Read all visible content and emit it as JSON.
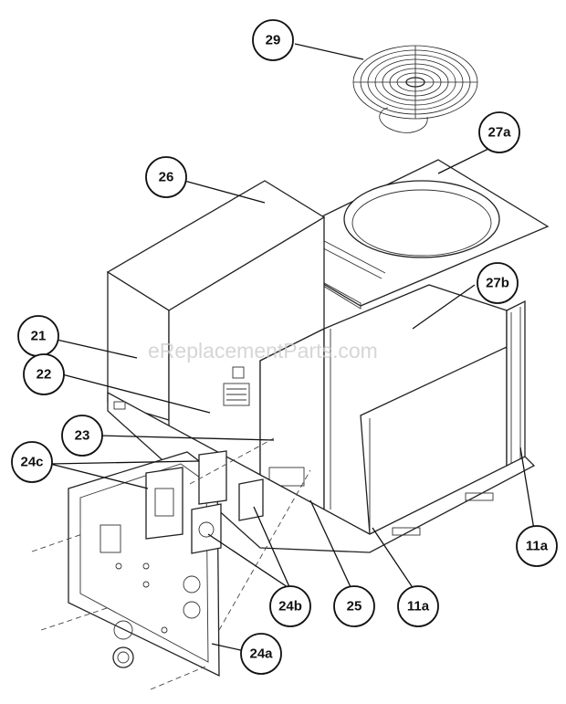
{
  "watermark": "eReplacementParts.com",
  "callouts": [
    {
      "id": "29"
    },
    {
      "id": "27a"
    },
    {
      "id": "26"
    },
    {
      "id": "27b"
    },
    {
      "id": "21"
    },
    {
      "id": "22"
    },
    {
      "id": "23"
    },
    {
      "id": "24c"
    },
    {
      "id": "11a"
    },
    {
      "id": "24b"
    },
    {
      "id": "25"
    },
    {
      "id": "24a"
    }
  ],
  "colors": {
    "line": "#111111",
    "background": "#ffffff",
    "watermark": "#c9c9c9"
  }
}
